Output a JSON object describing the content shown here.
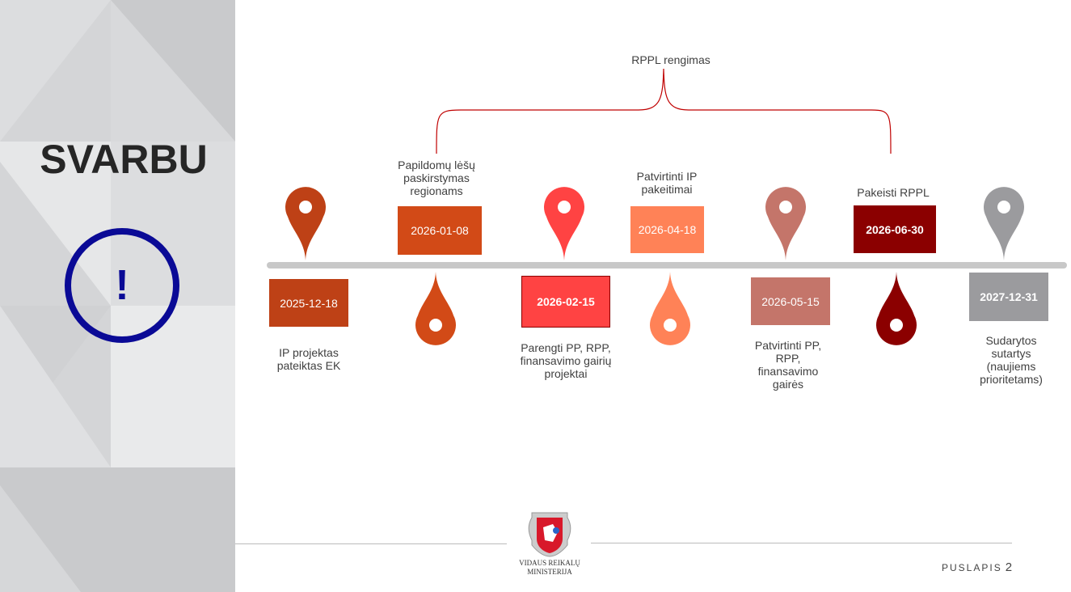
{
  "sidebar": {
    "title": "SVARBU",
    "warning_symbol": "!"
  },
  "brace": {
    "label": "RPPL rengimas",
    "color": "#C00000"
  },
  "milestones": [
    {
      "date": "2025-12-18",
      "label": "IP projektas pateiktas EK",
      "color": "#BE4116",
      "bold": false,
      "position": "below"
    },
    {
      "date": "2026-01-08",
      "label": "Papildomų lėšų paskirstymas regionams",
      "color": "#D24A17",
      "bold": false,
      "position": "above"
    },
    {
      "date": "2026-02-15",
      "label": "Parengti PP, RPP, finansavimo gairių projektai",
      "color": "#FF4343",
      "bold": true,
      "position": "below"
    },
    {
      "date": "2026-04-18",
      "label": "Patvirtinti IP pakeitimai",
      "color": "#FF8257",
      "bold": false,
      "position": "above"
    },
    {
      "date": "2026-05-15",
      "label": "Patvirtinti PP, RPP, finansavimo gairės",
      "color": "#C4756A",
      "bold": false,
      "position": "below"
    },
    {
      "date": "2026-06-30",
      "label": "Pakeisti RPPL",
      "color": "#8B0000",
      "bold": true,
      "position": "above"
    },
    {
      "date": "2027-12-31",
      "label": "Sudarytos sutartys (naujiems prioritetams)",
      "color": "#9B9B9E",
      "bold": true,
      "position": "below"
    }
  ],
  "footer": {
    "ministry_line1": "VIDAUS REIKALŲ",
    "ministry_line2": "MINISTERIJA",
    "page_label": "PUSLAPIS",
    "page_number": "2"
  }
}
